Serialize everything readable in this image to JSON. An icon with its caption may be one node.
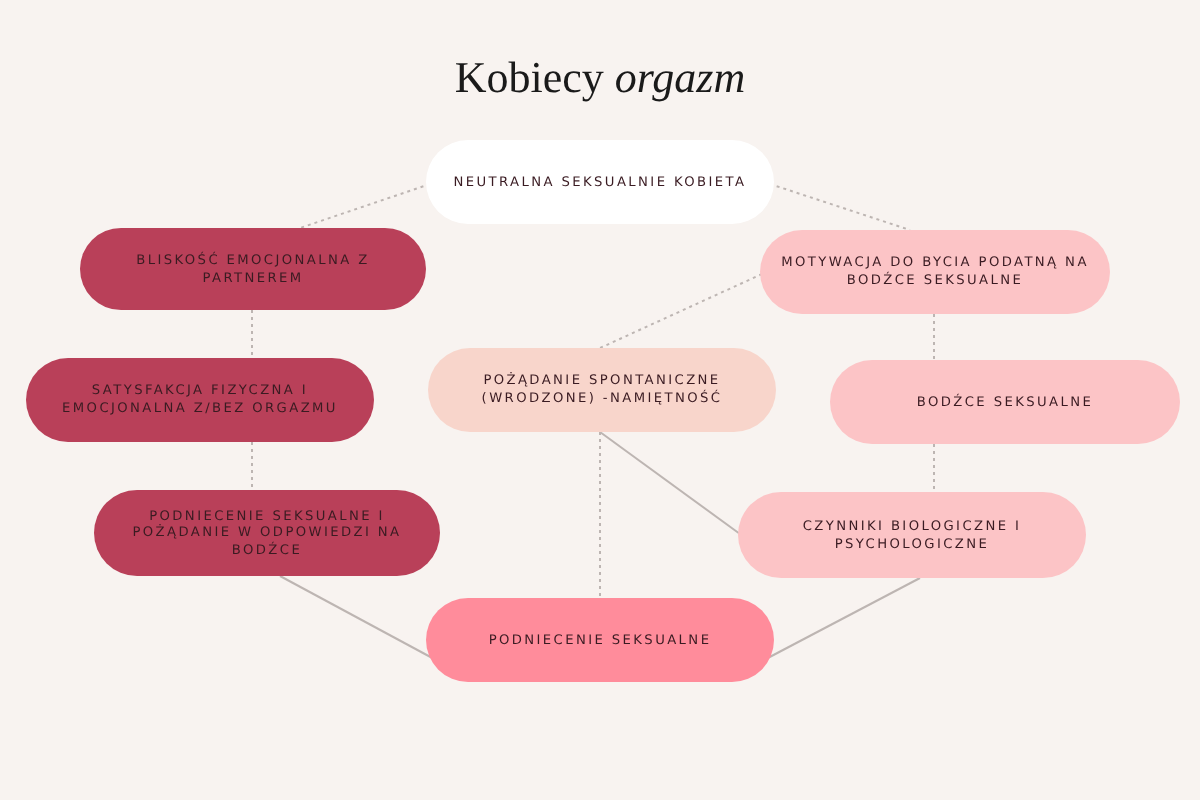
{
  "diagram": {
    "title": "Kobiecy *orgazm*",
    "nodes": [
      {
        "text": [
          "NEUTRALNA SEKSUALNIE KOBIETA"
        ]
      },
      {
        "text": [
          "BLISKOŚĆ EMOCJONALNA Z PARTNEREM"
        ]
      },
      {
        "text": [
          "MOTYWACJA DO BYCIA PODATNĄ NA BODŹCE SEKSUALNE"
        ]
      },
      {
        "text": [
          "SATYSFAKCJA FIZYCZNA I EMOCJONALNA Z/BEZ ORGAZMU"
        ]
      },
      {
        "text": [
          "POŻĄDANIE SPONTANICZNE (WRODZONE) -NAMIĘTNOŚĆ"
        ]
      },
      {
        "text": [
          "BODŹCE SEKSUALNE"
        ]
      },
      {
        "text": [
          "PODNIECENIE SEKSUALNE I POŻĄDANIE W ODPOWIEDZI NA BODŹCE"
        ]
      },
      {
        "text": [
          "CZYNNIKI BIOLOGICZNE I PSYCHOLOGICZNE"
        ]
      },
      {
        "text": [
          "PODNIECENIE SEKSUALNE"
        ]
      }
    ],
    "edges": [
      {
        "from": 0,
        "to": 1,
        "arrow": "none",
        "style": "dashed"
      },
      {
        "from": 0,
        "to": 2,
        "arrow": "none",
        "style": "dashed"
      },
      {
        "from": 1,
        "to": 3,
        "arrow": "none",
        "style": "dashed"
      },
      {
        "from": 3,
        "to": 6,
        "arrow": "none",
        "style": "dashed"
      },
      {
        "from": 2,
        "to": 4,
        "arrow": "none",
        "style": "dashed"
      },
      {
        "from": 2,
        "to": 5,
        "arrow": "none",
        "style": "dashed"
      },
      {
        "from": 5,
        "to": 7,
        "arrow": "none",
        "style": "dashed"
      },
      {
        "from": 4,
        "to": 7,
        "arrow": "none"
      },
      {
        "from": 4,
        "to": 8,
        "arrow": "none",
        "style": "dashed"
      },
      {
        "from": 6,
        "to": 8,
        "arrow": "none"
      },
      {
        "from": 7,
        "to": 8,
        "arrow": "none"
      }
    ]
  }
}
